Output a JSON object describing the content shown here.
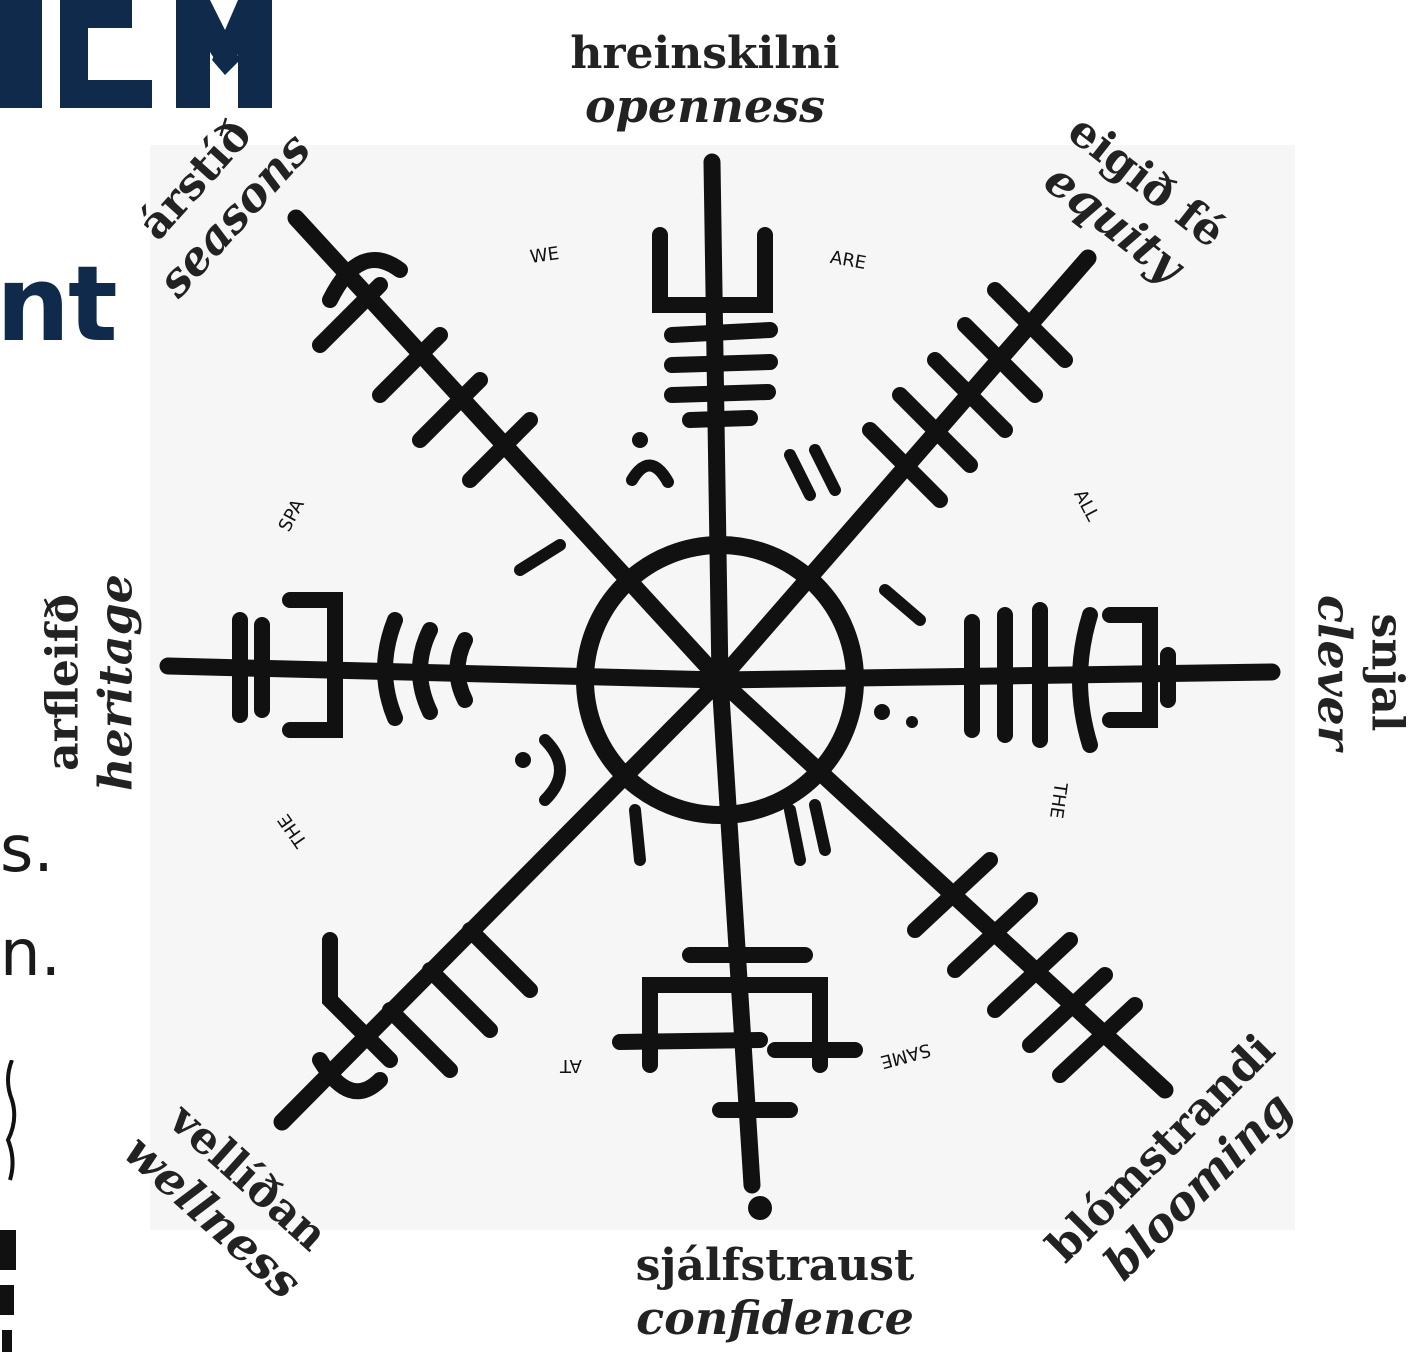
{
  "background_fragments": {
    "title_text": "nt",
    "body_line_1": "s.",
    "body_line_2": "n."
  },
  "directions": [
    {
      "id": "north",
      "icelandic": "hreinskilni",
      "english": "openness"
    },
    {
      "id": "northeast",
      "icelandic": "eigið fé",
      "english": "equity"
    },
    {
      "id": "east",
      "icelandic": "snjal",
      "english": "clever"
    },
    {
      "id": "southeast",
      "icelandic": "blómstrandi",
      "english": "blooming"
    },
    {
      "id": "south",
      "icelandic": "sjálfstraust",
      "english": "confidence"
    },
    {
      "id": "southwest",
      "icelandic": "vellíðan",
      "english": "wellness"
    },
    {
      "id": "west",
      "icelandic": "arfleifð",
      "english": "heritage"
    },
    {
      "id": "northwest",
      "icelandic": "árstíð",
      "english": "seasons"
    }
  ],
  "ring_words": [
    "WE",
    "ARE",
    "ALL",
    "THE",
    "SAME",
    "AT",
    "THE",
    "SPA"
  ],
  "colors": {
    "ink": "#111111",
    "label_text": "#222222",
    "logo_navy": "#0f2a4a",
    "panel_background": "#f6f6f6"
  }
}
